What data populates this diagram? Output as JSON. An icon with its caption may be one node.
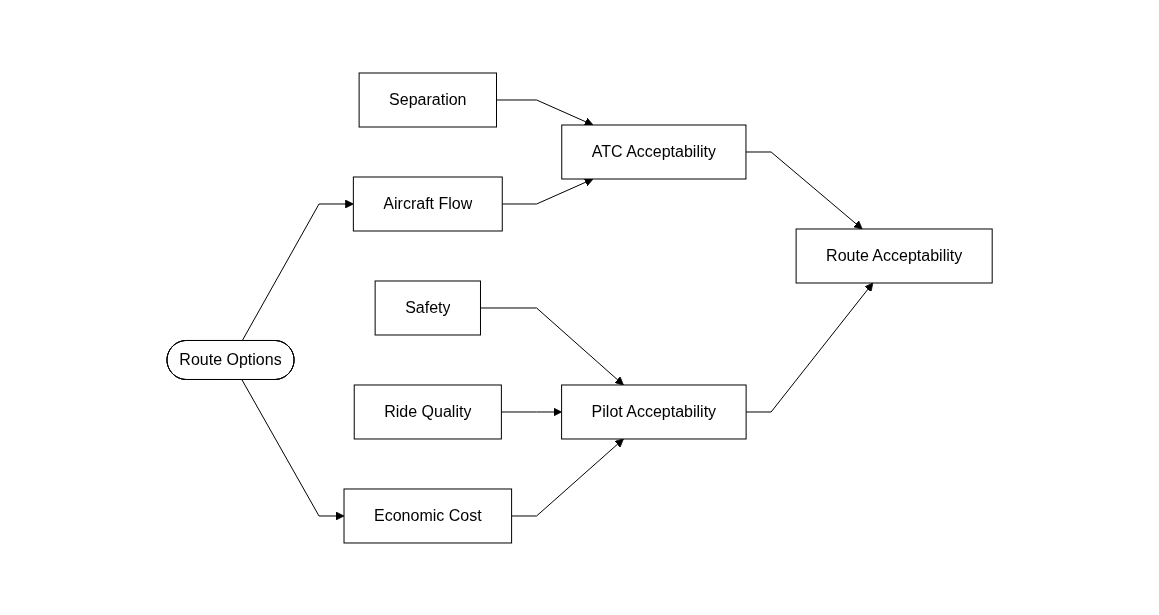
{
  "diagram": {
    "nodes": [
      {
        "text": [
          "Separation"
        ]
      },
      {
        "text": [
          "Aircraft Flow"
        ]
      },
      {
        "text": [
          "ATC Acceptability"
        ]
      },
      {
        "text": [
          "Route Acceptability"
        ]
      },
      {
        "text": [
          "Pilot Acceptability"
        ]
      },
      {
        "text": [
          "Safety"
        ]
      },
      {
        "text": [
          "Ride Quality"
        ]
      },
      {
        "text": [
          "Economic Cost"
        ]
      },
      {
        "text": [
          "Route Options"
        ]
      }
    ],
    "edges": [
      {
        "from": 0,
        "to": 2,
        "arrow": "to"
      },
      {
        "from": 1,
        "to": 2,
        "arrow": "to"
      },
      {
        "from": 2,
        "to": 3,
        "arrow": "to"
      },
      {
        "from": 4,
        "to": 3,
        "arrow": "to"
      },
      {
        "from": 5,
        "to": 4,
        "arrow": "to"
      },
      {
        "from": 6,
        "to": 4,
        "arrow": "to"
      },
      {
        "from": 7,
        "to": 4,
        "arrow": "to"
      },
      {
        "from": 8,
        "to": 1,
        "arrow": "to"
      },
      {
        "from": 8,
        "to": 7,
        "arrow": "to"
      }
    ]
  }
}
